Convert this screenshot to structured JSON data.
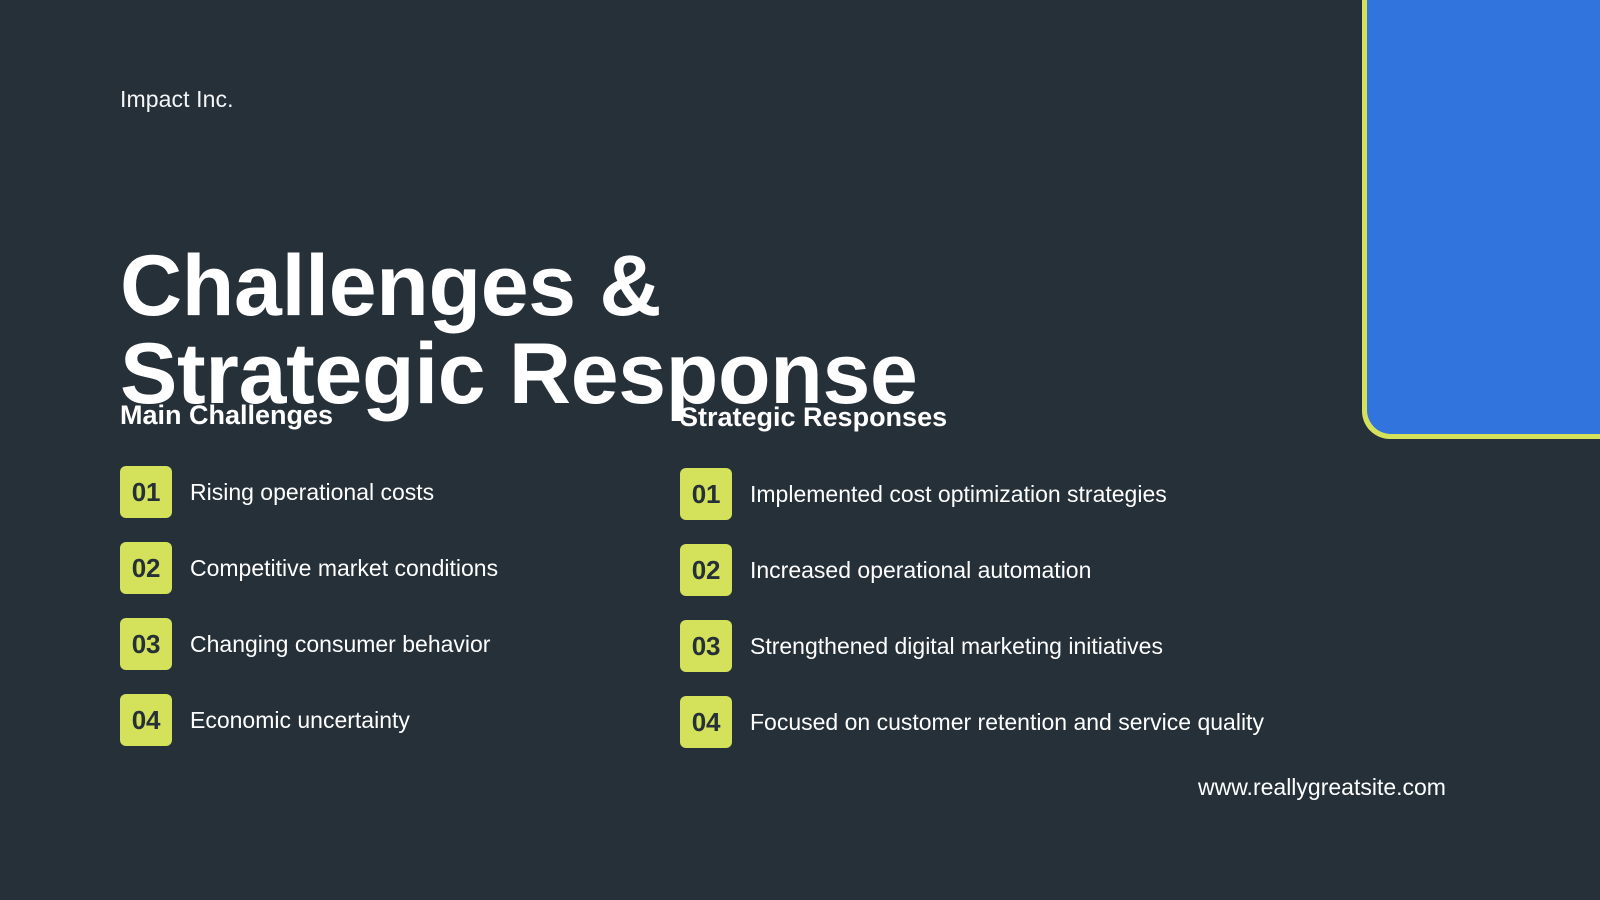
{
  "brand": {
    "company": "Impact Inc.",
    "website": "www.reallygreatsite.com"
  },
  "slide": {
    "title_line_1": "Challenges &",
    "title_line_2": "Strategic Response"
  },
  "sections": [
    {
      "heading": "Main Challenges",
      "items": [
        {
          "number": "01",
          "text": "Rising operational costs"
        },
        {
          "number": "02",
          "text": "Competitive market conditions"
        },
        {
          "number": "03",
          "text": "Changing consumer behavior"
        },
        {
          "number": "04",
          "text": "Economic uncertainty"
        }
      ]
    },
    {
      "heading": "Strategic Responses",
      "items": [
        {
          "number": "01",
          "text": "Implemented cost optimization strategies"
        },
        {
          "number": "02",
          "text": "Increased operational automation"
        },
        {
          "number": "03",
          "text": "Strengthened digital marketing initiatives"
        },
        {
          "number": "04",
          "text": "Focused on customer retention and service quality"
        }
      ]
    }
  ],
  "colors": {
    "background": "#263038",
    "accent_lime": "#D4E15A",
    "accent_blue": "#3274DE",
    "text": "#FFFFFF"
  }
}
